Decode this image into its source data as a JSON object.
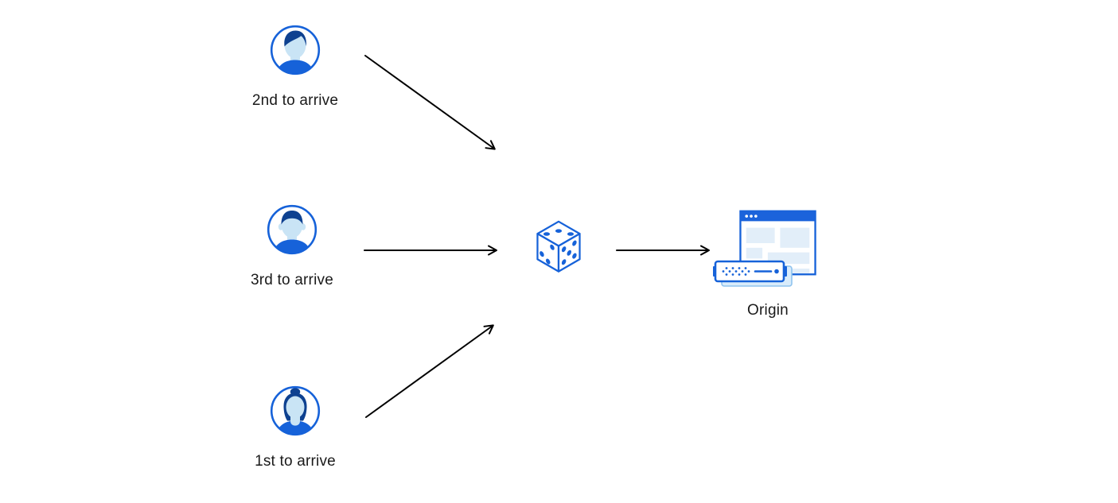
{
  "diagram": {
    "title": "random request steering to origin",
    "nodes": {
      "user_top": {
        "label": "2nd to arrive",
        "icon": "male-avatar-swept-hair"
      },
      "user_middle": {
        "label": "3rd to arrive",
        "icon": "male-avatar-short-hair"
      },
      "user_bottom": {
        "label": "1st to arrive",
        "icon": "female-avatar-bun"
      },
      "selector": {
        "icon": "dice"
      },
      "origin": {
        "label": "Origin",
        "icon": "browser-window-with-server"
      }
    },
    "edges": [
      {
        "from": "user_top",
        "to": "selector"
      },
      {
        "from": "user_middle",
        "to": "selector"
      },
      {
        "from": "user_bottom",
        "to": "selector"
      },
      {
        "from": "selector",
        "to": "origin"
      }
    ],
    "colors": {
      "primary_blue": "#1662D9",
      "dark_blue": "#0E4190",
      "light_blue": "#C9E4F5",
      "pale_blue": "#E2EEF9",
      "shadow_blue": "#D9ECFB",
      "shadow_stroke": "#8FC3EE",
      "arrow": "#000000",
      "text": "#1a1a1a",
      "background": "#ffffff"
    }
  }
}
